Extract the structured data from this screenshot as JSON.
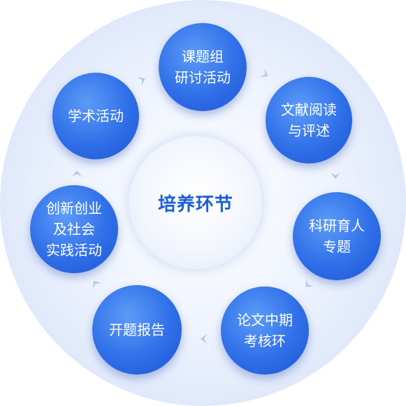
{
  "center": {
    "label": "培养环节"
  },
  "nodes": [
    {
      "label": "课题组\n研讨活动"
    },
    {
      "label": "文献阅读\n与评述"
    },
    {
      "label": "科研育人\n专题"
    },
    {
      "label": "论文中期\n考核环"
    },
    {
      "label": "开题报告"
    },
    {
      "label": "创新创业\n及社会\n实践活动"
    },
    {
      "label": "学术活动"
    }
  ],
  "colors": {
    "node": "#2f6fe8",
    "center_text": "#1a5ed8",
    "ring": "#dbe5fa",
    "arrow": "#b4c7ef"
  },
  "icons": [
    "chevron-icon"
  ]
}
